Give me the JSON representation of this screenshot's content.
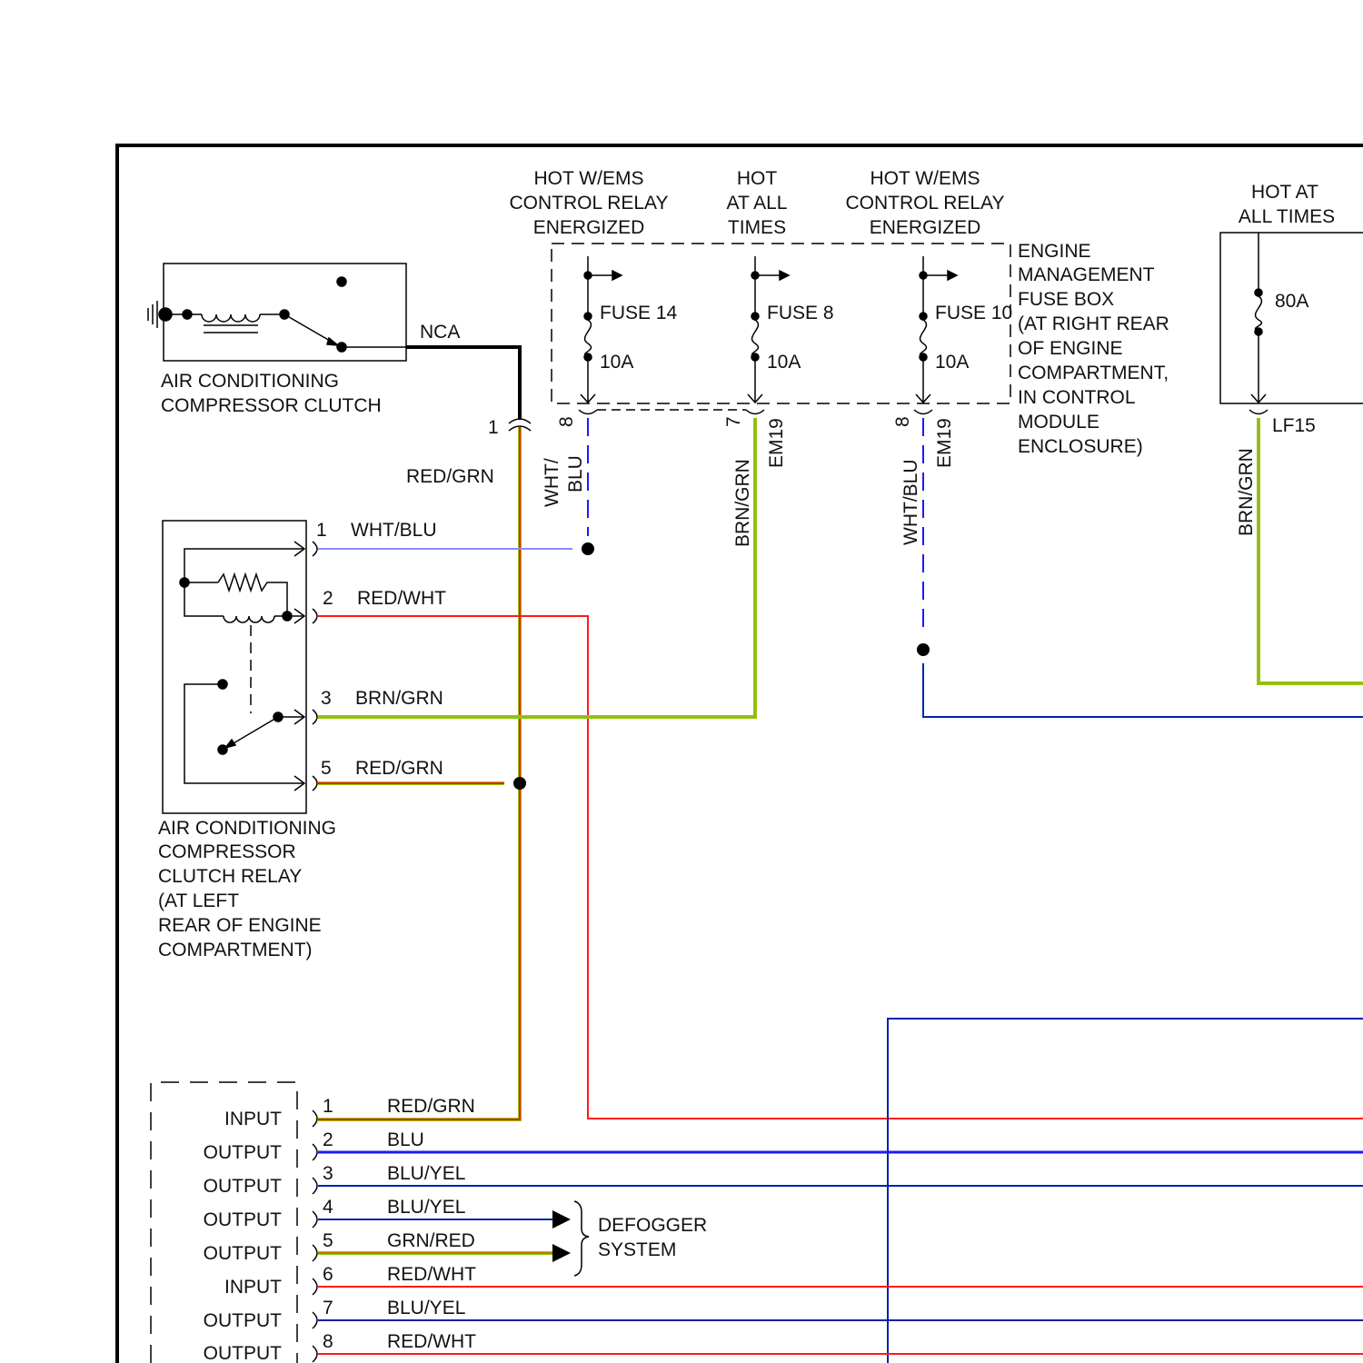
{
  "colors": {
    "red": "#ff1a1a",
    "green": "#8ccc00",
    "blue": "#1a1aff",
    "dark_blue": "#0022aa",
    "light_blue": "#8a8aff",
    "black": "#000000"
  },
  "headers": {
    "fuse14": [
      "HOT W/EMS",
      "CONTROL RELAY",
      "ENERGIZED"
    ],
    "fuse8": [
      "HOT",
      "AT ALL",
      "TIMES"
    ],
    "fuse10": [
      "HOT W/EMS",
      "CONTROL RELAY",
      "ENERGIZED"
    ],
    "lf15": [
      "HOT AT",
      "ALL TIMES"
    ]
  },
  "fuse_box": {
    "label": [
      "ENGINE",
      "MANAGEMENT",
      "FUSE BOX",
      "(AT RIGHT REAR",
      "OF ENGINE",
      "COMPARTMENT,",
      "IN CONTROL",
      "MODULE",
      "ENCLOSURE)"
    ],
    "fuses": [
      {
        "name": "FUSE 14",
        "rating": "10A"
      },
      {
        "name": "FUSE 8",
        "rating": "10A"
      },
      {
        "name": "FUSE 10",
        "rating": "10A"
      }
    ]
  },
  "lf15_fuse": {
    "rating": "80A",
    "connector": "LF15"
  },
  "clutch": {
    "label": [
      "AIR CONDITIONING",
      "COMPRESSOR CLUTCH"
    ],
    "connector_label": "NCA",
    "pin": "1"
  },
  "relay": {
    "label": [
      "AIR CONDITIONING",
      "COMPRESSOR",
      "CLUTCH RELAY",
      "(AT LEFT",
      "REAR OF ENGINE",
      "COMPARTMENT)"
    ],
    "pins": [
      {
        "pin": "1",
        "wire": "WHT/BLU"
      },
      {
        "pin": "2",
        "wire": "RED/WHT"
      },
      {
        "pin": "3",
        "wire": "BRN/GRN"
      },
      {
        "pin": "5",
        "wire": "RED/GRN"
      }
    ]
  },
  "vertical_wires": {
    "red_grn": "RED/GRN",
    "wht_blu_1": [
      "WHT/",
      "BLU"
    ],
    "brn_grn": "BRN/GRN",
    "wht_blu_2": "WHT/BLU",
    "brn_grn_lf15": "BRN/GRN",
    "em19_a": "EM19",
    "em19_b": "EM19"
  },
  "connector_pins": {
    "fuse14": "8",
    "fuse8": "7",
    "fuse10": "8"
  },
  "module": {
    "pins": [
      {
        "label": "INPUT",
        "pin": "1",
        "wire": "RED/GRN"
      },
      {
        "label": "OUTPUT",
        "pin": "2",
        "wire": "BLU"
      },
      {
        "label": "OUTPUT",
        "pin": "3",
        "wire": "BLU/YEL"
      },
      {
        "label": "OUTPUT",
        "pin": "4",
        "wire": "BLU/YEL"
      },
      {
        "label": "OUTPUT",
        "pin": "5",
        "wire": "GRN/RED"
      },
      {
        "label": "INPUT",
        "pin": "6",
        "wire": "RED/WHT"
      },
      {
        "label": "OUTPUT",
        "pin": "7",
        "wire": "BLU/YEL"
      },
      {
        "label": "OUTPUT",
        "pin": "8",
        "wire": "RED/WHT"
      }
    ]
  },
  "defogger": [
    "DEFOGGER",
    "SYSTEM"
  ]
}
